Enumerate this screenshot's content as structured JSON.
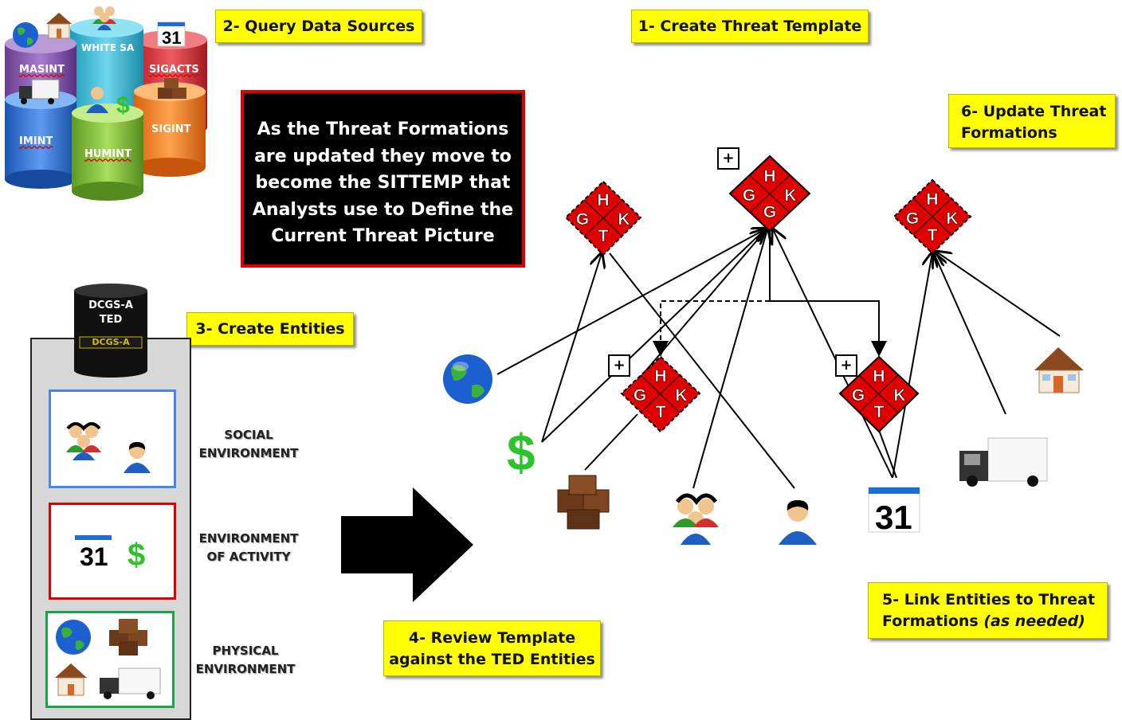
{
  "steps": {
    "step1": "1- Create Threat Template",
    "step2": "2- Query Data Sources",
    "step3": "3- Create Entities",
    "step4_line1": "4- Review Template",
    "step4_line2": "against the TED Entities",
    "step5_line1": "5- Link Entities to Threat",
    "step5_line2_a": "Formations ",
    "step5_line2_b": "(as needed)",
    "step6_line1": "6- Update Threat",
    "step6_line2": "Formations"
  },
  "message": {
    "lines": [
      "As the Threat Formations",
      "are updated they move to",
      "become the SITTEMP that",
      "Analysts use to Define the",
      "Current Threat Picture"
    ]
  },
  "sources": {
    "masint": "MASINT",
    "white": "WHITE SA",
    "sigacts": "SIGACTS",
    "imint": "IMINT",
    "humint": "HUMINT",
    "sigint": "SIGINT"
  },
  "ted": {
    "line1": "DCGS-A",
    "line2": "TED",
    "logo": "DCGS-A"
  },
  "environments": {
    "social_1": "SOCIAL",
    "social_2": "ENVIRONMENT",
    "activity_1": "ENVIRONMENT",
    "activity_2": "OF ACTIVITY",
    "physical_1": "PHYSICAL",
    "physical_2": "ENVIRONMENT"
  },
  "calendar_day": "31",
  "diamond_letters": {
    "top": "H",
    "left": "G",
    "right": "K",
    "bottom": "T",
    "bottom_alt": "G"
  },
  "plus_label": "+",
  "colors": {
    "highlight": "#ffff00",
    "diamond": "#e00000",
    "message_bg": "#000000",
    "message_border": "#e00000"
  }
}
